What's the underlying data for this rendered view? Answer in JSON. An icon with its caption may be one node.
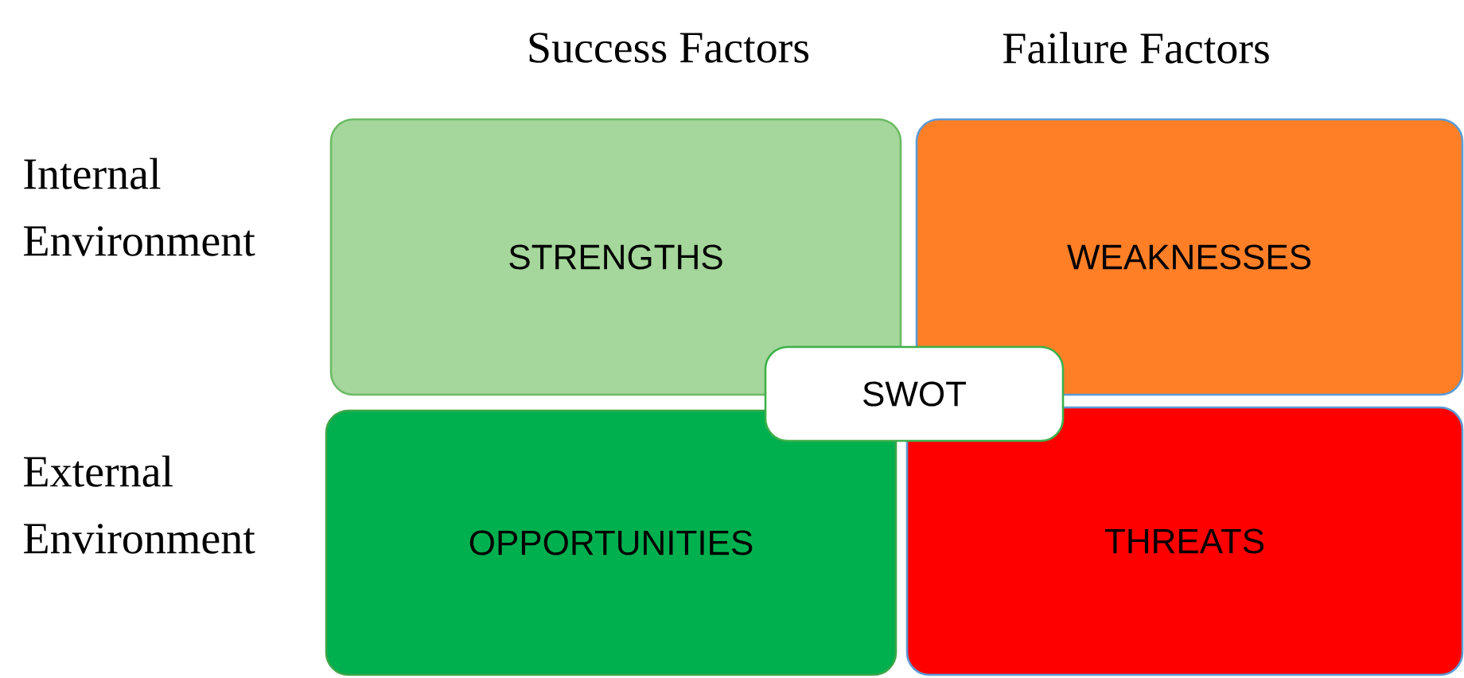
{
  "diagram": {
    "nodes": [
      {
        "text": [
          "STRENGTHS"
        ]
      },
      {
        "text": [
          "WEAKNESSES"
        ]
      },
      {
        "text": [
          "OPPORTUNITIES"
        ]
      },
      {
        "text": [
          "THREATS"
        ]
      },
      {
        "text": [
          "SWOT"
        ]
      }
    ],
    "labels": [
      "Success Factors",
      "Failure Factors",
      "Internal Environment",
      "External Environment"
    ]
  }
}
